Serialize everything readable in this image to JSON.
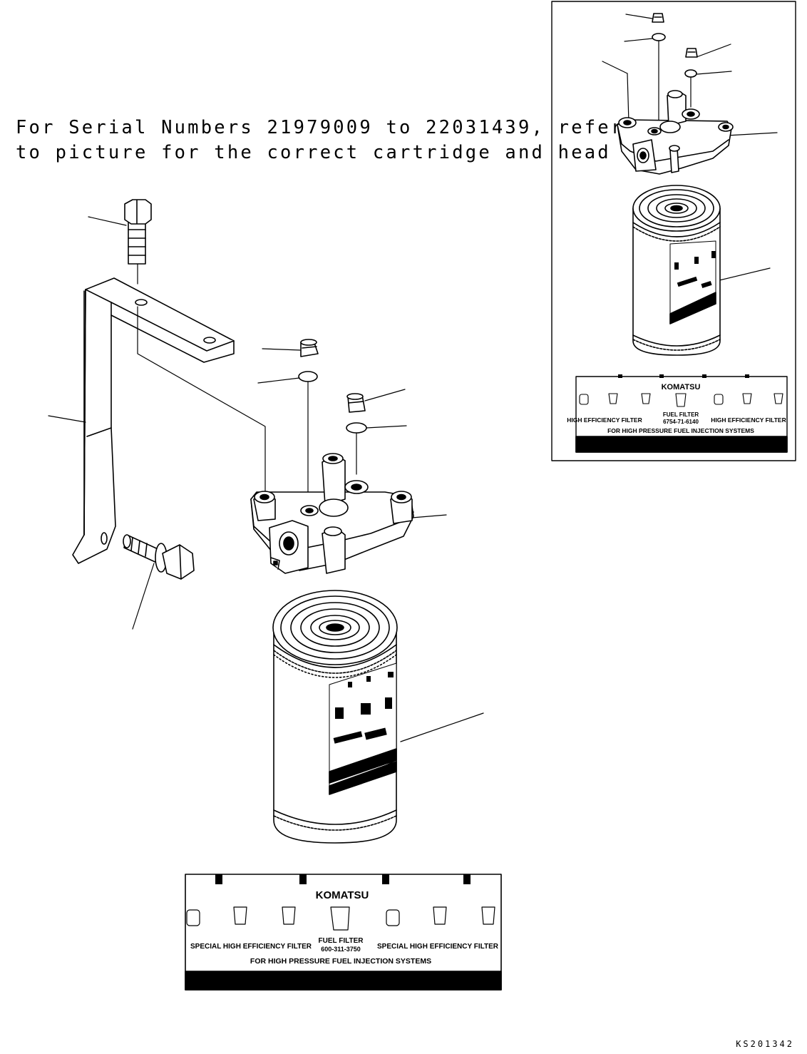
{
  "note": {
    "line1": "For Serial Numbers 21979009 to 22031439, refer",
    "line2": "to picture for the correct cartridge and head type."
  },
  "drawing_code": "KS201342",
  "main_label": {
    "brand": "KOMATSU",
    "left_caption": "SPECIAL HIGH EFFICIENCY FILTER",
    "right_caption": "SPECIAL HIGH EFFICIENCY FILTER",
    "center_caption": "FUEL FILTER",
    "part_number": "600-311-3750",
    "bottom_caption": "FOR HIGH PRESSURE FUEL INJECTION SYSTEMS"
  },
  "inset_label": {
    "brand": "KOMATSU",
    "left_caption": "HIGH EFFICIENCY FILTER",
    "right_caption": "HIGH EFFICIENCY FILTER",
    "center_caption": "FUEL FILTER",
    "part_number": "6754-71-6140",
    "bottom_caption": "FOR HIGH PRESSURE FUEL INJECTION SYSTEMS"
  }
}
